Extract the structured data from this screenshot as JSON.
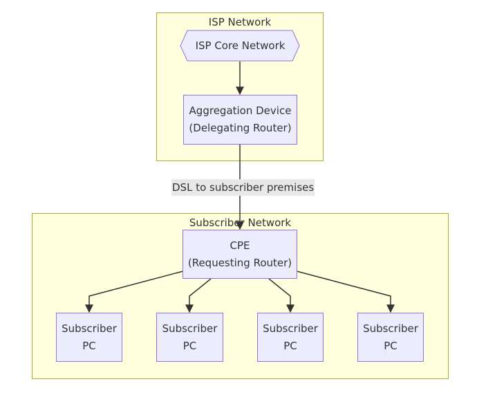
{
  "clusters": {
    "isp": {
      "label": "ISP Network"
    },
    "subscriber": {
      "label": "Subscriber Network"
    }
  },
  "nodes": {
    "isp_core": {
      "label": "ISP Core Network",
      "shape": "hexagon"
    },
    "aggregation": {
      "label": "Aggregation Device\n(Delegating Router)"
    },
    "cpe": {
      "label": "CPE\n(Requesting Router)"
    },
    "pc1": {
      "label": "Subscriber\nPC"
    },
    "pc2": {
      "label": "Subscriber\nPC"
    },
    "pc3": {
      "label": "Subscriber\nPC"
    },
    "pc4": {
      "label": "Subscriber\nPC"
    }
  },
  "edges": {
    "core_to_aggregation": {
      "from": "ISP Core Network",
      "to": "Aggregation Device"
    },
    "aggregation_to_cpe": {
      "from": "Aggregation Device",
      "to": "CPE",
      "label": "DSL to subscriber premises"
    },
    "cpe_to_pc1": {
      "from": "CPE",
      "to": "Subscriber PC"
    },
    "cpe_to_pc2": {
      "from": "CPE",
      "to": "Subscriber PC"
    },
    "cpe_to_pc3": {
      "from": "CPE",
      "to": "Subscriber PC"
    },
    "cpe_to_pc4": {
      "from": "CPE",
      "to": "Subscriber PC"
    }
  },
  "colors": {
    "cluster_fill": "#ffffde",
    "cluster_border": "#aaaa33",
    "node_fill": "#ececff",
    "node_border": "#9370db",
    "edge": "#333333",
    "edge_label_bg": "#e8e8e8",
    "text": "#333333"
  }
}
